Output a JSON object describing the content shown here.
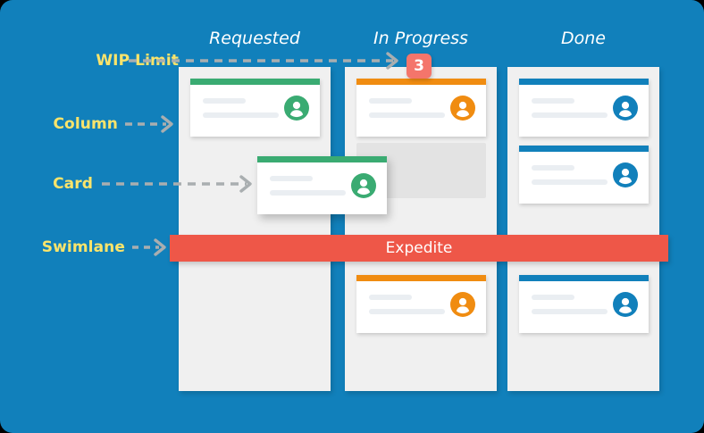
{
  "board": {
    "background_color": "#1180BB",
    "column_bg_color": "#F0F0F0",
    "annotation_color": "#FBE46B",
    "header_color": "#FFFFFF"
  },
  "annotations": [
    {
      "label": "WIP Limit",
      "name": "wip-limit"
    },
    {
      "label": "Column",
      "name": "column"
    },
    {
      "label": "Card",
      "name": "card"
    },
    {
      "label": "Swimlane",
      "name": "swimlane"
    }
  ],
  "columns": [
    {
      "title": "Requested",
      "accent": "#3AAB72"
    },
    {
      "title": "In Progress",
      "accent": "#F08C11"
    },
    {
      "title": "Done",
      "accent": "#1180BB"
    }
  ],
  "wip_limit": {
    "value": "3",
    "applies_to": "In Progress",
    "badge_color": "#F4756B"
  },
  "swimlane": {
    "label": "Expedite",
    "color": "#EE5748"
  },
  "cards": {
    "requested_top": {
      "accent": "#3AAB72",
      "avatar": "user-avatar-icon"
    },
    "dragged": {
      "accent": "#3AAB72",
      "avatar": "user-avatar-icon"
    },
    "inprogress_top": {
      "accent": "#F08C11",
      "avatar": "user-avatar-icon"
    },
    "inprogress_low": {
      "accent": "#F08C11",
      "avatar": "user-avatar-icon"
    },
    "done_top": {
      "accent": "#1180BB",
      "avatar": "user-avatar-icon"
    },
    "done_second": {
      "accent": "#1180BB",
      "avatar": "user-avatar-icon"
    },
    "done_low": {
      "accent": "#1180BB",
      "avatar": "user-avatar-icon"
    }
  },
  "dropzone": {
    "name": "card-drop-placeholder",
    "color": "#E3E3E3"
  }
}
